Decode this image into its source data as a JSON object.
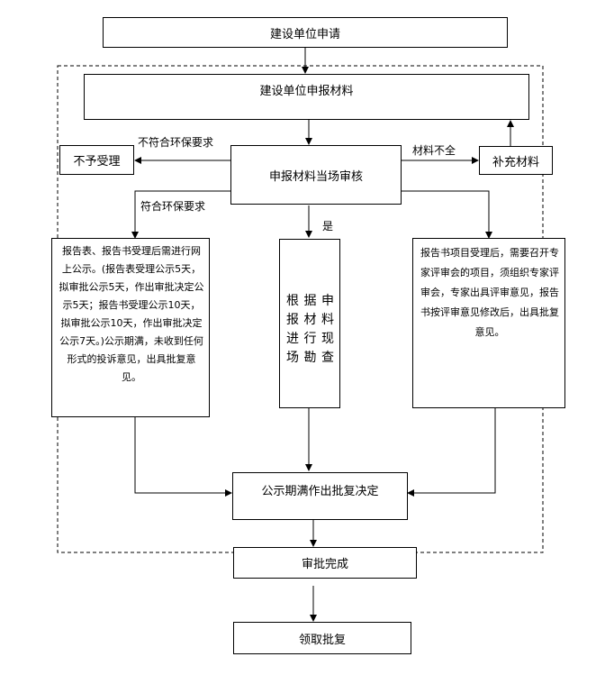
{
  "nodes": {
    "apply": "建设单位申请",
    "submit": "建设单位申报材料",
    "reject": "不予受理",
    "supplement": "补充材料",
    "review": "申报材料当场审核",
    "left_text": "报告表、报告书受理后需进行网上公示。(报告表受理公示5天，拟审批公示5天，作出审批决定公示5天；报告书受理公示10天，拟审批公示10天，作出审批决定公示7天。)公示期满，未收到任何形式的投诉意见，出具批复意见。",
    "middle_text": "根据申报材料进行现场勘查",
    "right_text": "报告书项目受理后，需要召开专家评审会的项目，须组织专家评审会，专家出具评审意见，报告书按评审意见修改后，出具批复意见。",
    "decision": "公示期满作出批复决定",
    "complete": "审批完成",
    "collect": "领取批复"
  },
  "labels": {
    "not_comply": "不符合环保要求",
    "incomplete": "材料不全",
    "comply": "符合环保要求",
    "yes": "是"
  }
}
